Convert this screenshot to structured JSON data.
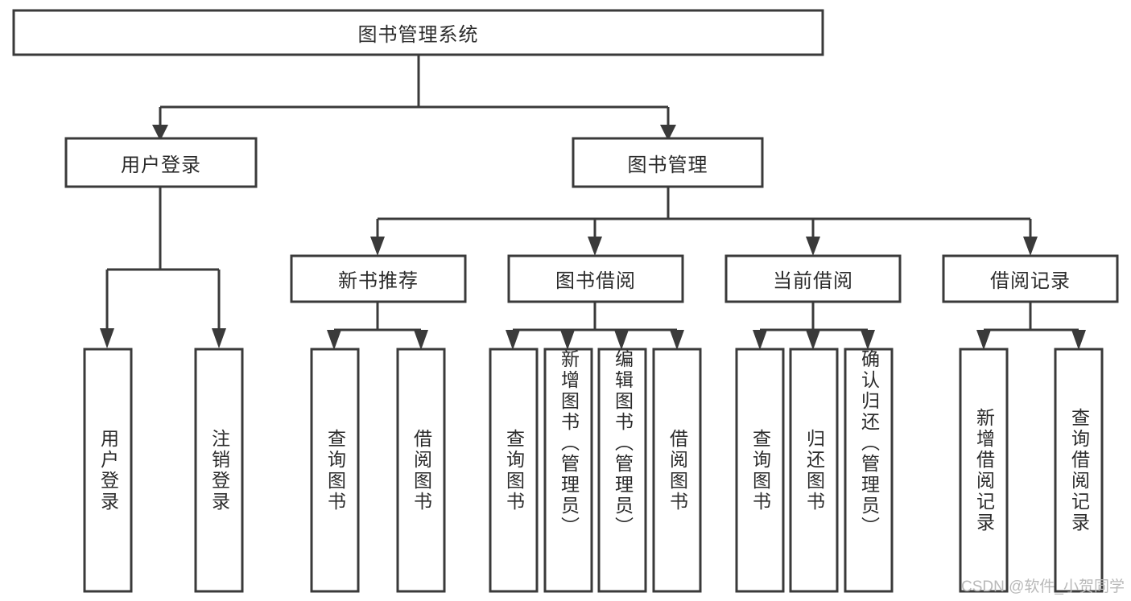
{
  "diagram": {
    "type": "hierarchy-tree",
    "title_node": {
      "label": "图书管理系统"
    },
    "level2": [
      {
        "label": "用户登录"
      },
      {
        "label": "图书管理"
      }
    ],
    "level3": [
      {
        "label": "新书推荐"
      },
      {
        "label": "图书借阅"
      },
      {
        "label": "当前借阅"
      },
      {
        "label": "借阅记录"
      }
    ],
    "leaves": {
      "user_login": [
        {
          "label": "用户登录"
        },
        {
          "label": "注销登录"
        }
      ],
      "new_book_recommend": [
        {
          "label": "查询图书"
        },
        {
          "label": "借阅图书"
        }
      ],
      "book_borrow": [
        {
          "label": "查询图书"
        },
        {
          "label": "新增图书（管理员）"
        },
        {
          "label": "编辑图书（管理员）"
        },
        {
          "label": "借阅图书"
        }
      ],
      "current_borrow": [
        {
          "label": "查询图书"
        },
        {
          "label": "归还图书"
        },
        {
          "label": "确认归还（管理员）"
        }
      ],
      "borrow_record": [
        {
          "label": "新增借阅记录"
        },
        {
          "label": "查询借阅记录"
        }
      ]
    }
  },
  "watermark": {
    "text": "CSDN @软件_小贺同学"
  },
  "colors": {
    "stroke": "#3a3a3a",
    "box_fill": "#ffffff",
    "text": "#2b2b2b",
    "watermark": "#b9b9b9",
    "background": "#ffffff"
  }
}
